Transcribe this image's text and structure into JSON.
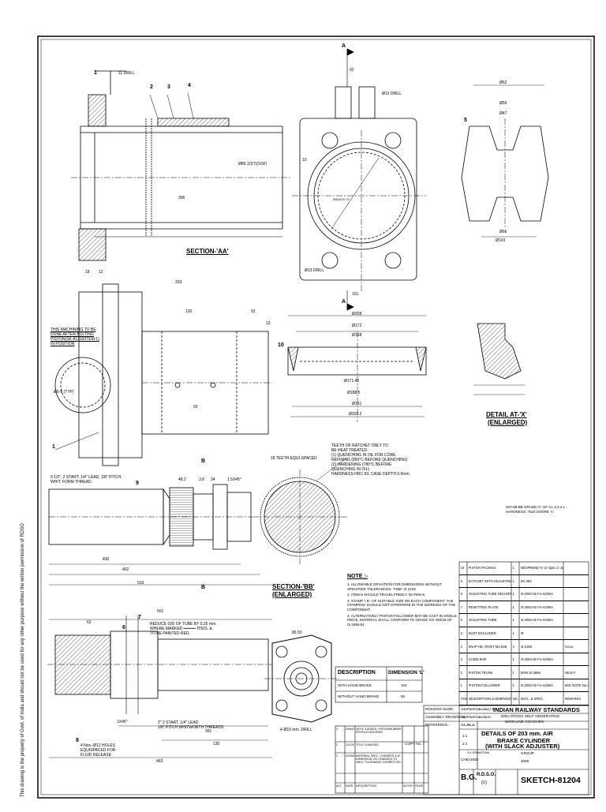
{
  "drawing": {
    "section_aa": "SECTION-'AA'",
    "section_bb": "SECTION-'BB'",
    "section_bb_sub": "(ENLARGED)",
    "detail_x": "DETAIL AT-'X'",
    "detail_x_sub": "(ENLARGED)",
    "cut_a_top": "A",
    "cut_a_bottom": "A",
    "cut_b_top": "B",
    "cut_b_bottom": "B",
    "machining_note": [
      "THIS MACHINING TO BE",
      "DONE AFTER BOLTING",
      "PISTON(SK-81203/ITEM-1)",
      "IN POSITION"
    ],
    "thread_note": [
      "9 1/2\", 2 START, 1/4\" LEAD, 1/8\" PITCH,",
      "WHIT. FORM THREAD."
    ],
    "teeth_label": "18 TEETH EQUI-SPACED",
    "teeth_note": [
      "TEETH OF RATCHET ONLY TO",
      "BE HEAT TREATED.",
      "(1) QUENCHING IN OIL FOR CORE",
      "REFINING (850°C BEFORE QUENCHING)",
      "(2) HARDENING (780°C BEFORE",
      "QUENCHING IN OIL)",
      "HARDNESS HRC-50, CASE DEPTH 0.5mm."
    ],
    "grade_note": [
      "ISO-68-BB GRADE-'C' OF CL.3.2.4.1",
      "HARDNESS: 70±5 SHORE 'A'"
    ],
    "reduce_note": [
      "REDUCE O/D OF TUBE BY 0.25 mm.",
      "WHERE MARKED ━━━━━ THUS. &",
      "TO BE PAINTED RED."
    ],
    "thread2_note": [
      "2\" 2 START. 1/4\" LEAD.",
      "1/8\" PITCH WHITWORTH THREADS"
    ],
    "holes_note": [
      "4 Nos.-Ø12 HOLES",
      "EQUISPACED FOR",
      "FLUID RELEASE"
    ],
    "drill_note": "4-Ø15 mm. DRILL",
    "drill_11": "11 DRILL",
    "drill_13a": "Ø13 DRILL",
    "drill_13b": "Ø13 DRILL",
    "rad_label": "RADIUS 10",
    "ref_label": "Ø6-8 (TYP)",
    "chamfers": [
      "1X45°",
      "1.5X45°"
    ],
    "item_tags": [
      "1",
      "2",
      "3",
      "4",
      "5",
      "6",
      "7",
      "8",
      "9",
      "10"
    ],
    "dims": {
      "d333": "333",
      "d120": "120",
      "d52": "52",
      "d306": "306",
      "d13": "13",
      "d18": "18",
      "d12": "12",
      "d50": "50",
      "d430": "430",
      "d492": "492",
      "d533": "533",
      "d48": "48.2",
      "d3_8": "3.8",
      "d34": "34",
      "d501": "501",
      "d62": "62",
      "d391": "391",
      "d130": "130",
      "d463": "463",
      "d86": "86.50",
      "d208": "Ø208",
      "d172": "Ø172",
      "d168": "Ø168",
      "d171": "Ø171.45",
      "d188": "Ø188.5",
      "d191": "Ø191",
      "d203": "Ø203.2",
      "d62b": "Ø62",
      "d50b": "Ø50",
      "d47": "Ø47",
      "d66": "Ø66",
      "d103": "Ø103",
      "d89": "Ø89.1(ST)(SSF)",
      "d10": "10",
      "d101": "101",
      "d92": "92"
    }
  },
  "notes": {
    "title": "NOTE :-",
    "items": [
      "1. ALLOWABLE DEVIATION FOR DIMENSIONS WITHOUT SPECIFIED TOLERANCES- 'FINE' IS 2102.",
      "2. ITEM-9 SHOULD TRAVEL FREELY IN ITEM-6",
      "3. STAMP 'I.R.' OF SUITABLE SIZE ON EACH COMPONENT. THE STAMPING SHOULD NOT INTERFERE IN THE WORKING OF THE COMPONENT.",
      "4. ALTERNATIVELY PISTON FOLLOWER MAY BE CAST IN SINGLE PIECE. MATERIAL SHALL CONFORM TO GRADE SG 400/18 OF IS:1865-81"
    ]
  },
  "dimension_table": {
    "headers": [
      "DESCRIPTION",
      "DIMENSION 'L'"
    ],
    "rows": [
      [
        "WITH HAND BRAKE",
        "102"
      ],
      [
        "WITHOUT HAND BRAKE",
        "50"
      ]
    ]
  },
  "parts_list": {
    "rows": [
      [
        "10",
        "PISTON PACKING",
        "1",
        "NEOPRENE-'K' or Spec.C-101",
        ""
      ],
      [
        "9",
        "RATCHET WITH ADJUSTING SCREW",
        "1",
        "EN 353",
        ""
      ],
      [
        "8",
        "ADJUSTING TUBE SECURING END",
        "1",
        "IS:2062-92 Fe-410WA",
        ""
      ],
      [
        "7",
        "RESETTING PLATE",
        "1",
        "IS:2062-92 Fe-410WA",
        ""
      ],
      [
        "6",
        "ADJUSTING TUBE",
        "1",
        "IS:2062-92 Fe-410WA",
        ""
      ],
      [
        "5",
        "DUST EXCLUDER",
        "1",
        "IR",
        ""
      ],
      [
        "4",
        "SNAP HD. RIVET M2.5X8",
        "2",
        "IS:2155",
        "GALV."
      ],
      [
        "3",
        "GUIDE BAR",
        "1",
        "IS:2062-92 Fe-410WA",
        ""
      ],
      [
        "2",
        "PISTON TRUNK",
        "1",
        "ERW IS:3589",
        "HEAVY"
      ],
      [
        "1",
        "PISTON FOLLOWER",
        "1",
        "IS:2062-92 Fe-410WA",
        "SEE NOTE No.4"
      ]
    ],
    "header": [
      "ITEM",
      "DESCRIPTION & DIMENSIONS",
      "NO. OFF",
      "MATL. & SPEC.",
      "REMARKS"
    ]
  },
  "revisions": {
    "rows": [
      [
        "3",
        "29/8/2000",
        "NOTE 4 ADDED. PISTON/RUBBER PROFILE MODIFIED",
        "",
        "",
        ""
      ],
      [
        "2",
        "12/12/96",
        "TITLE CHANGED",
        "",
        "",
        ""
      ],
      [
        "1",
        "22/09/86",
        "MATERIAL SPEC. CHANGED & Ø DIMENSION 192 CHANGED TO 188.5, TOLERANCE CORRECTED",
        "",
        "",
        ""
      ]
    ],
    "header": [
      "ALT.",
      "DATE",
      "DESCRIPTION",
      "AUTHY.",
      "PAGE",
      "DATE"
    ]
  },
  "title_block": {
    "ref_no": "RDSO/SK-81200",
    "assembly": "ASSEMBLY DRAWINGS",
    "reference": "REFERENCE:-",
    "superseded_by": "SUPERSEDED BY:",
    "supersedes": "SUPERSEDES:",
    "scale": "SCALE",
    "scales": [
      "1:1",
      "2:1"
    ],
    "drawn": "S.K.SRIVASTAVA",
    "org": "INDIAN RAILWAY STANDARDS",
    "subtitle": [
      "EMU STOCK SELF GENERATING",
      "MAIN LINE COACHES"
    ],
    "title": [
      "DETAILS OF 203 mm. AIR",
      "BRAKE CYLINDER",
      "(WITH SLACK ADJUSTER)"
    ],
    "gauge": "B.G.",
    "rdso": "R.D.S.O.",
    "copyright": "(c)",
    "sketch": "SKETCH-81204",
    "copy_no": "COPY No. :-",
    "group": "GROUP",
    "group_no": "2000",
    "checked": "CHECKED"
  },
  "margin_text": "This drawing is the property of Govt. of India and should not be used for any other purpose without the written permission of RDSO"
}
